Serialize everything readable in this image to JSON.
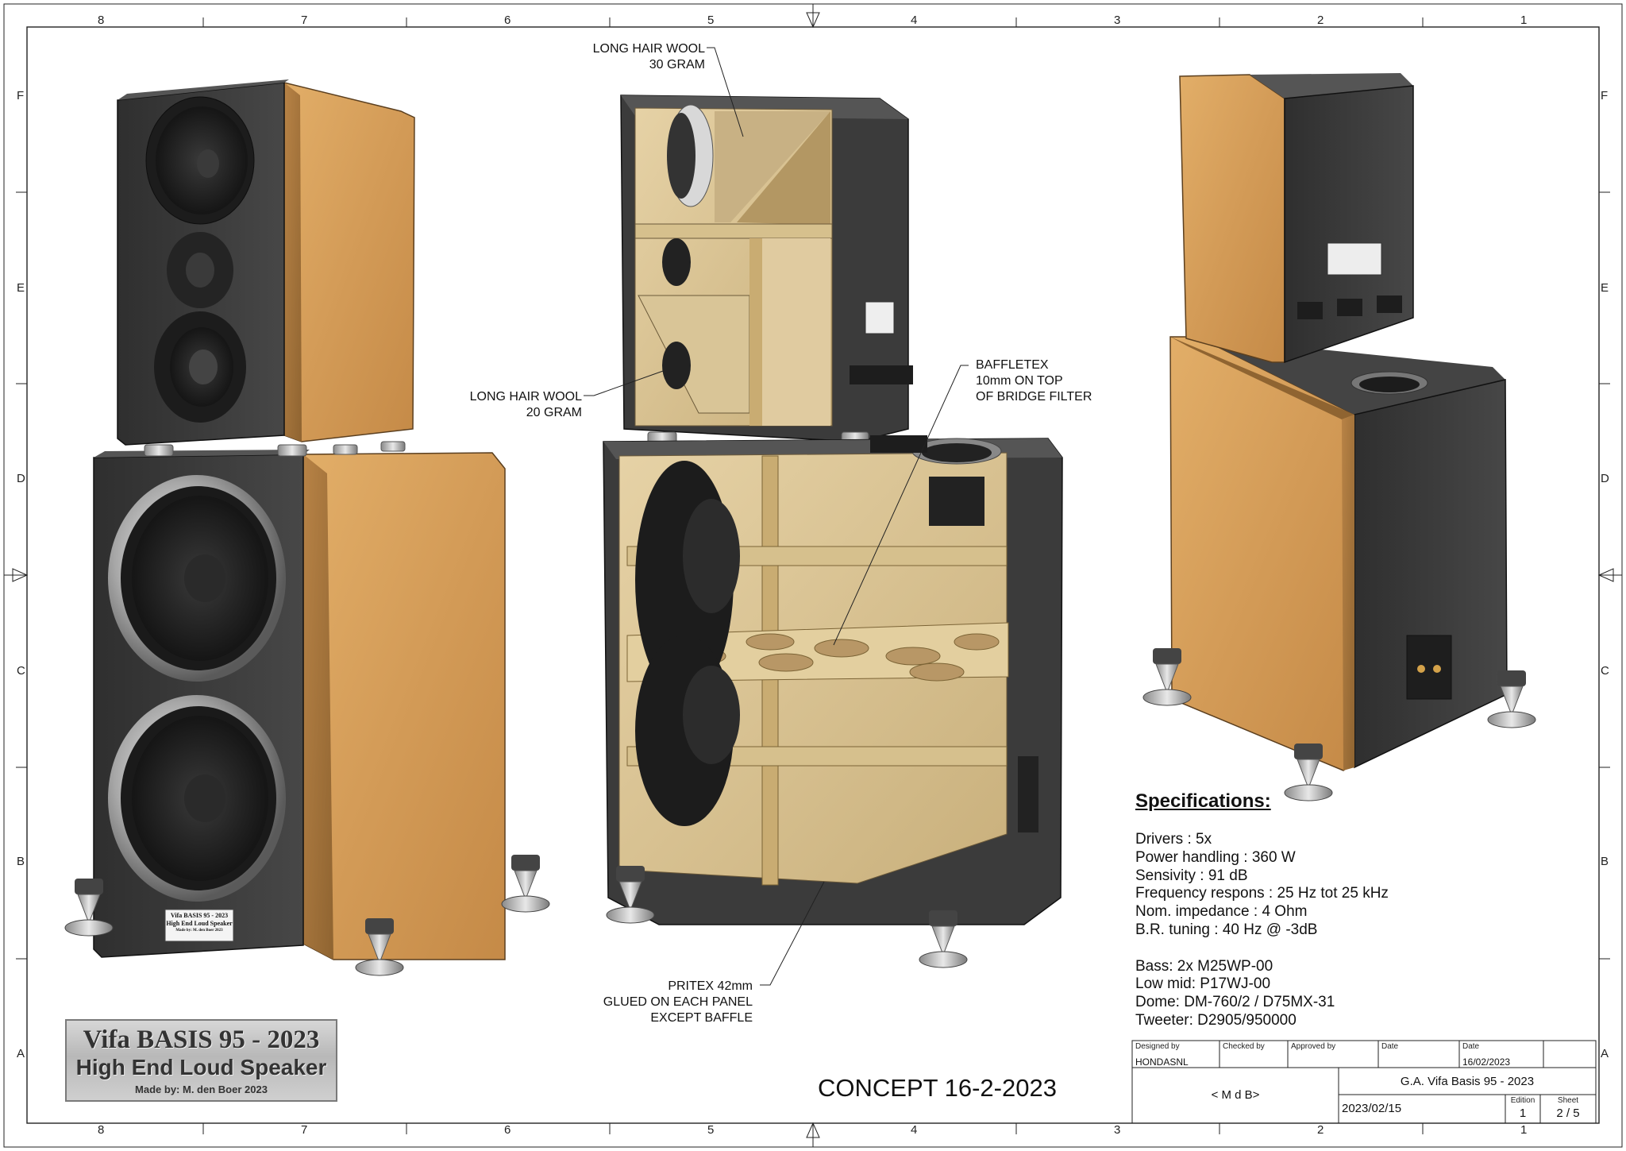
{
  "border": {
    "columns": [
      "8",
      "7",
      "6",
      "5",
      "4",
      "3",
      "2",
      "1"
    ],
    "rows": [
      "F",
      "E",
      "D",
      "C",
      "B",
      "A"
    ]
  },
  "callouts": {
    "wool_top": {
      "line1": "LONG HAIR WOOL",
      "line2": "30 GRAM"
    },
    "wool_mid": {
      "line1": "LONG HAIR WOOL",
      "line2": "20 GRAM"
    },
    "baffletex": {
      "line1": "BAFFLETEX",
      "line2": "10mm ON TOP",
      "line3": "OF BRIDGE FILTER"
    },
    "pritex": {
      "line1": "PRITEX 42mm",
      "line2": "GLUED ON EACH PANEL",
      "line3": "EXCEPT BAFFLE"
    }
  },
  "badges": {
    "front": {
      "line1": "Vifa BASIS 95 - 2023",
      "line2": "High End Loud Speaker",
      "line3": "Made by: M. den Boer 2023"
    }
  },
  "specifications": {
    "title": "Specifications:",
    "lines": [
      "Drivers : 5x",
      "Power handling : 360 W",
      "Sensivity : 91 dB",
      "Frequency respons : 25 Hz tot 25 kHz",
      "Nom. impedance : 4 Ohm",
      "B.R. tuning : 40 Hz @ -3dB",
      "",
      "Bass: 2x M25WP-00",
      "Low mid: P17WJ-00",
      "Dome: DM-760/2 / D75MX-31",
      "Tweeter: D2905/950000"
    ]
  },
  "nameplate": {
    "line1": "Vifa BASIS 95 - 2023",
    "line2": "High End Loud Speaker",
    "line3": "Made by: M. den Boer 2023"
  },
  "concept_label": "CONCEPT 16-2-2023",
  "title_block": {
    "designed_by_label": "Designed by",
    "checked_by_label": "Checked by",
    "approved_by_label": "Approved by",
    "date_label_1": "Date",
    "date_label_2": "Date",
    "designed_by": "HONDASNL",
    "date": "16/02/2023",
    "company": "< M d B>",
    "title": "G.A. Vifa Basis 95 - 2023",
    "doc_date": "2023/02/15",
    "edition_label": "Edition",
    "edition": "1",
    "sheet_label": "Sheet",
    "sheet": "2 / 5"
  },
  "colors": {
    "cabinet_black": "#3a3a3a",
    "veneer_oak": "#d39b57",
    "interior_birch": "#d8c49a",
    "damping_grey": "#bdb7aa"
  }
}
